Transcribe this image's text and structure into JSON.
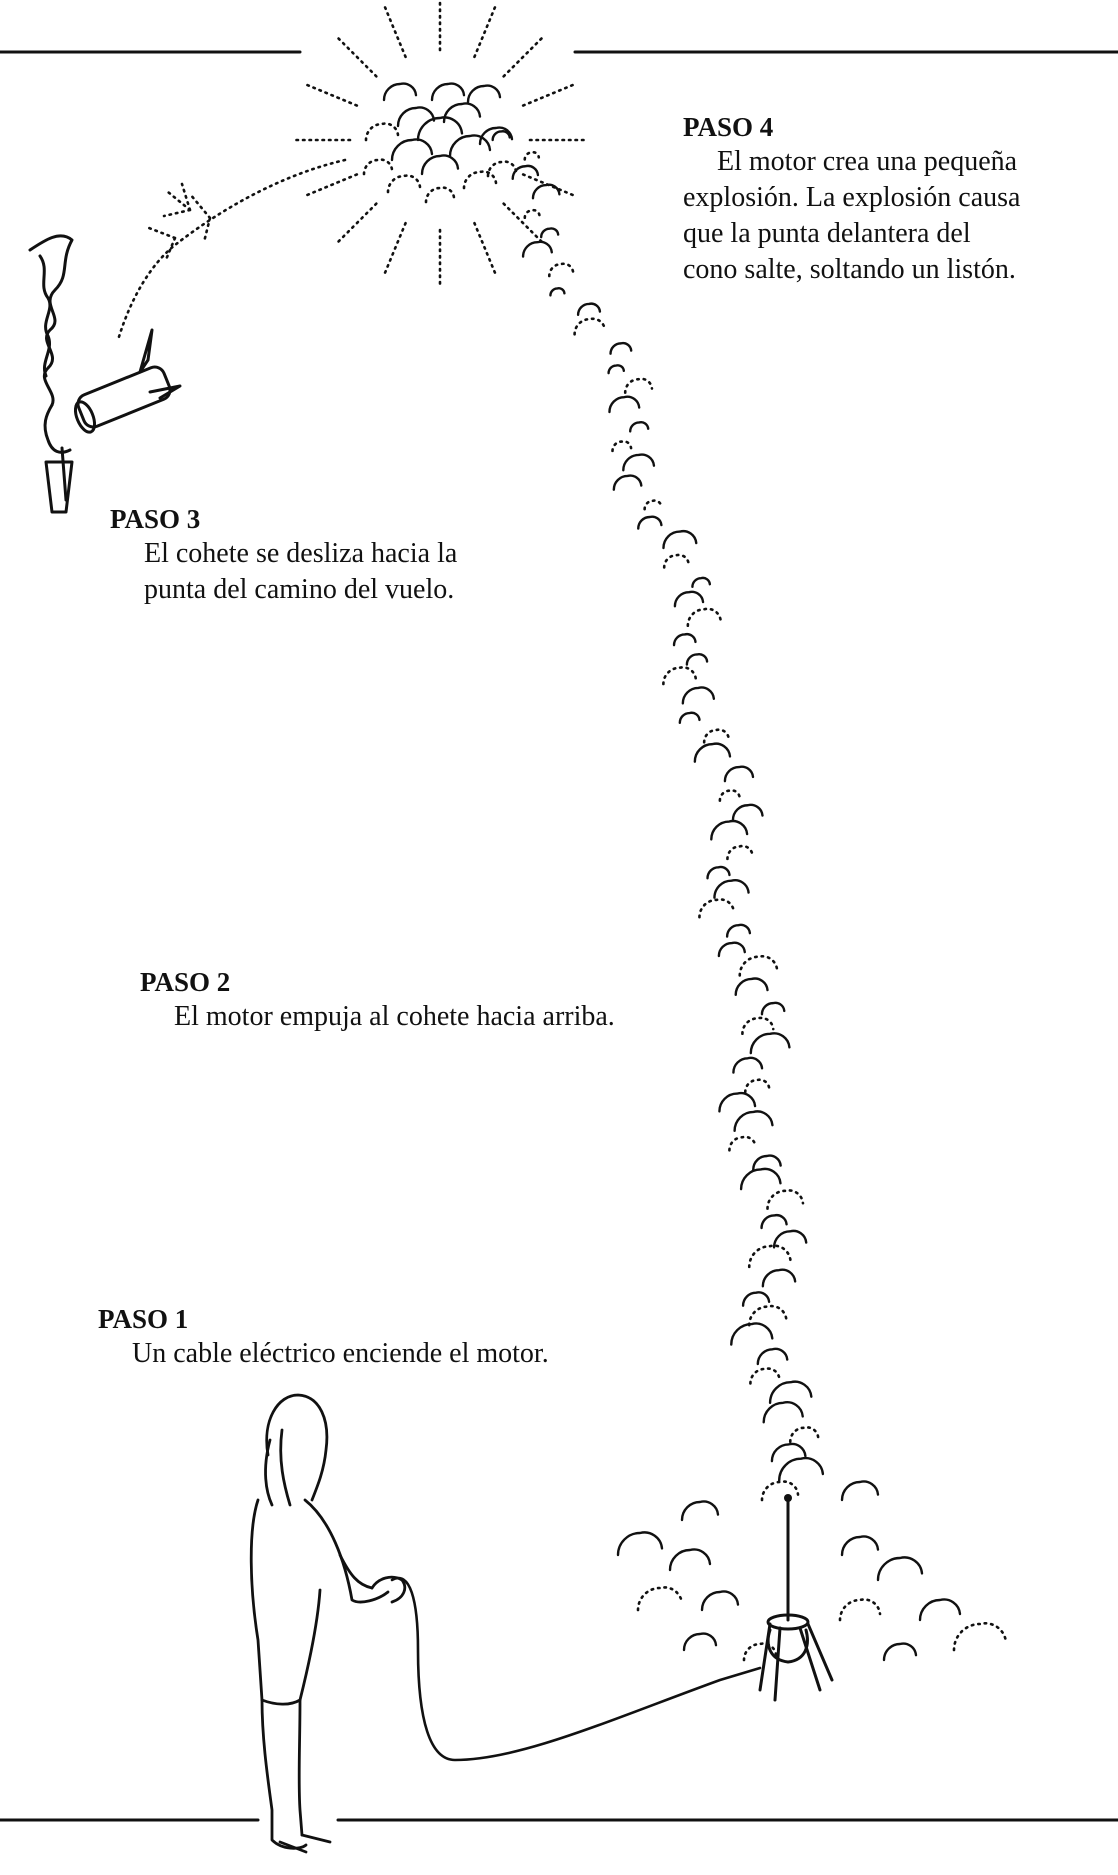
{
  "steps": [
    {
      "heading": "PASO 4",
      "text": "El motor crea una pequeña\nexplosión.  La explosión causa\nque la punta delantera del\ncono salte, soltando un listón."
    },
    {
      "heading": "PASO 3",
      "text": "El cohete se desliza hacia la\npunta del camino del vuelo."
    },
    {
      "heading": "PASO 2",
      "text": "El motor empuja al cohete hacia arriba."
    },
    {
      "heading": "PASO 1",
      "text": "Un cable eléctrico enciende el motor."
    }
  ],
  "colors": {
    "ink": "#111111",
    "background": "#ffffff"
  }
}
